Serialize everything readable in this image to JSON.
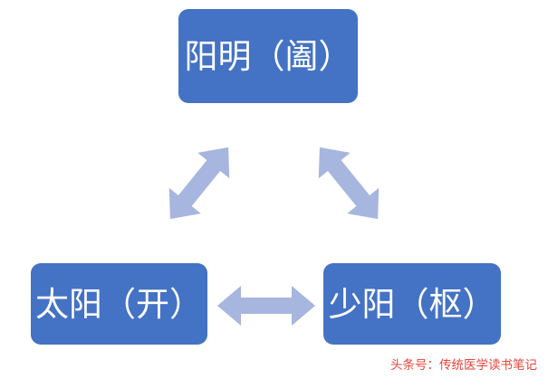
{
  "diagram": {
    "type": "triangle-relationship",
    "background_color": "#ffffff",
    "node_fill_color": "#4472C4",
    "node_text_color": "#ffffff",
    "arrow_color": "#A7B6DE",
    "nodes": [
      {
        "id": "yangming",
        "label": "阳明（阖）",
        "position": "top"
      },
      {
        "id": "taiyang",
        "label": "太阳（开）",
        "position": "bottom-left"
      },
      {
        "id": "shaoyang",
        "label": "少阳（枢）",
        "position": "bottom-right"
      }
    ],
    "connectors": [
      {
        "id": "taiyang-yangming",
        "from": "taiyang",
        "to": "yangming",
        "style": "double-headed-arrow",
        "orientation": "diagonal-up-right"
      },
      {
        "id": "yangming-shaoyang",
        "from": "yangming",
        "to": "shaoyang",
        "style": "double-headed-arrow",
        "orientation": "diagonal-down-right"
      },
      {
        "id": "taiyang-shaoyang",
        "from": "taiyang",
        "to": "shaoyang",
        "style": "double-headed-arrow",
        "orientation": "horizontal"
      }
    ]
  },
  "watermark": {
    "text": "头条号：传统医学读书笔记",
    "color": "#E8443A"
  }
}
